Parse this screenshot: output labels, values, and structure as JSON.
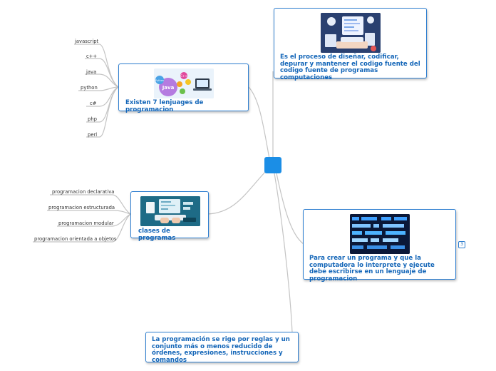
{
  "mindmap": {
    "topics": {
      "definition": {
        "label": "Es el proceso de diseñar, codificar, depurar y mantener el codigo fuente del codigo fuente de programas computaciones"
      },
      "languages": {
        "label": "Existen 7 lenjuages de programacion",
        "children": [
          "javascript",
          "c++",
          "java",
          "python",
          "c#",
          "php",
          "perl"
        ],
        "image_text": {
          "java": "Java",
          "python": "Python",
          "cpp": "C++"
        }
      },
      "classes": {
        "label": "clases de programas",
        "children": [
          "programacion declarativa",
          "programacion estructurada",
          "programacion modular",
          "programacion orientada a objetos"
        ]
      },
      "create": {
        "label": "Para crear un programa y que la computadora lo interprete y ejecute debe escribirse en un lenguaje de programacion",
        "collapsed_count": "3"
      },
      "rules": {
        "label": "La programación se rige por reglas y un conjunto más o menos reducido de órdenes, expresiones, instrucciones y comandos"
      }
    }
  },
  "colors": {
    "accent": "#1b8ee6",
    "border": "#2f7fd0",
    "text": "#1466b8",
    "connector": "#bdbdbd"
  }
}
